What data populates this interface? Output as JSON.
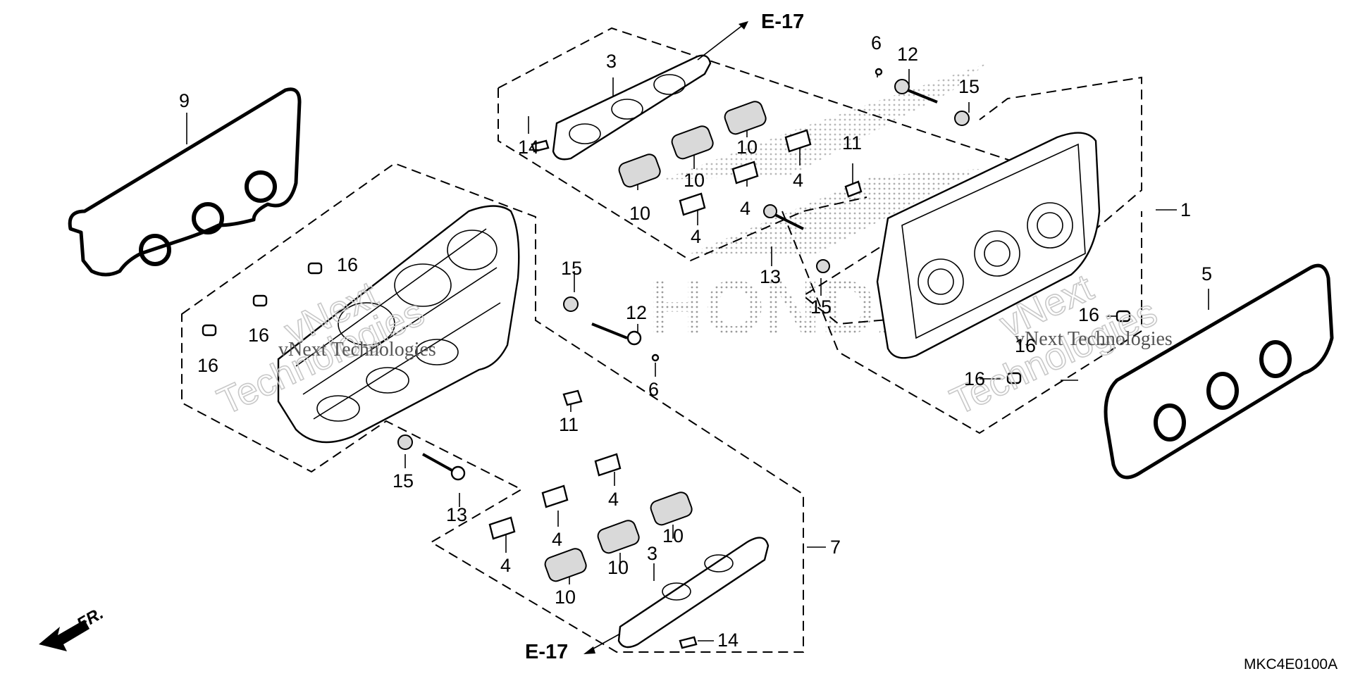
{
  "diagram": {
    "code": "MKC4E0100A",
    "direction_label": "FR.",
    "watermark_lines": [
      "vNext",
      "Technologies"
    ],
    "watermark_inline": "vNext Technologies",
    "background_mark": "HONDA",
    "references": [
      {
        "id": "ref-top",
        "text": "E-17"
      },
      {
        "id": "ref-bottom",
        "text": "E-17"
      }
    ],
    "labels": [
      {
        "id": "l9",
        "text": "9"
      },
      {
        "id": "l3a",
        "text": "3"
      },
      {
        "id": "l14a",
        "text": "14"
      },
      {
        "id": "l10a",
        "text": "10"
      },
      {
        "id": "l10b",
        "text": "10"
      },
      {
        "id": "l10c",
        "text": "10"
      },
      {
        "id": "l4a",
        "text": "4"
      },
      {
        "id": "l4b",
        "text": "4"
      },
      {
        "id": "l4c",
        "text": "4"
      },
      {
        "id": "l6a",
        "text": "6"
      },
      {
        "id": "l12a",
        "text": "12"
      },
      {
        "id": "l15a",
        "text": "15"
      },
      {
        "id": "l11a",
        "text": "11"
      },
      {
        "id": "l1",
        "text": "1"
      },
      {
        "id": "l13a",
        "text": "13"
      },
      {
        "id": "l15b",
        "text": "15"
      },
      {
        "id": "l5",
        "text": "5"
      },
      {
        "id": "l16a",
        "text": "16"
      },
      {
        "id": "l16b",
        "text": "16"
      },
      {
        "id": "l16c",
        "text": "16"
      },
      {
        "id": "l16d",
        "text": "16"
      },
      {
        "id": "l16e",
        "text": "16"
      },
      {
        "id": "l16f",
        "text": "16"
      },
      {
        "id": "l15c",
        "text": "15"
      },
      {
        "id": "l12b",
        "text": "12"
      },
      {
        "id": "l6b",
        "text": "6"
      },
      {
        "id": "l11b",
        "text": "11"
      },
      {
        "id": "l15d",
        "text": "15"
      },
      {
        "id": "l13b",
        "text": "13"
      },
      {
        "id": "l4d",
        "text": "4"
      },
      {
        "id": "l4e",
        "text": "4"
      },
      {
        "id": "l4f",
        "text": "4"
      },
      {
        "id": "l10d",
        "text": "10"
      },
      {
        "id": "l10e",
        "text": "10"
      },
      {
        "id": "l10f",
        "text": "10"
      },
      {
        "id": "l3b",
        "text": "3"
      },
      {
        "id": "l7",
        "text": "7"
      },
      {
        "id": "l14b",
        "text": "14"
      }
    ]
  }
}
